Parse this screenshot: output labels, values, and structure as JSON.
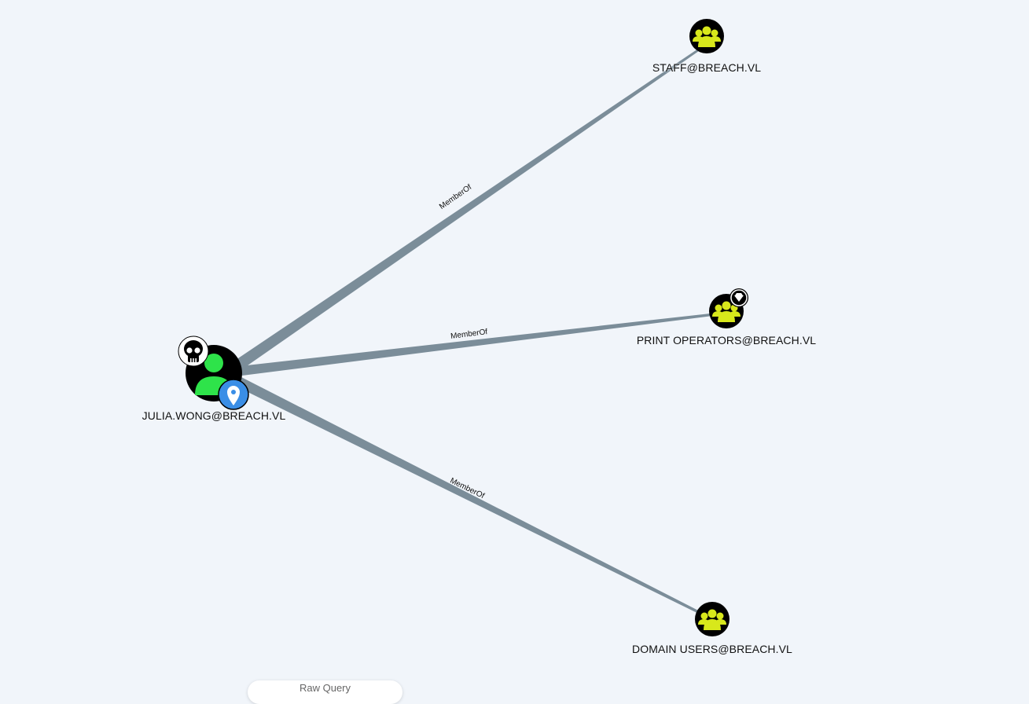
{
  "graph": {
    "edge_label": "MemberOf",
    "nodes": {
      "julia": {
        "label": "JULIA.WONG@BREACH.VL",
        "type": "user",
        "owned": true,
        "starting_node": true
      },
      "staff": {
        "label": "STAFF@BREACH.VL",
        "type": "group"
      },
      "print": {
        "label": "PRINT OPERATORS@BREACH.VL",
        "type": "group",
        "high_value": true
      },
      "domain": {
        "label": "DOMAIN USERS@BREACH.VL",
        "type": "group"
      }
    },
    "edges": [
      {
        "from": "julia",
        "to": "staff",
        "label": "MemberOf"
      },
      {
        "from": "julia",
        "to": "print",
        "label": "MemberOf"
      },
      {
        "from": "julia",
        "to": "domain",
        "label": "MemberOf"
      }
    ]
  },
  "raw_query": {
    "label": "Raw Query"
  },
  "colors": {
    "background": "#f1f5fa",
    "edge": "#7b8d99",
    "node_fill": "#000000",
    "user_icon": "#2ee34a",
    "group_icon": "#d8e81b",
    "location_badge": "#3a8ee6",
    "owned_badge": "#ffffff"
  },
  "icons": {
    "user": "user-icon",
    "group": "group-icon",
    "owned": "skull-icon",
    "starting_node": "location-pin-icon",
    "high_value": "diamond-icon"
  }
}
